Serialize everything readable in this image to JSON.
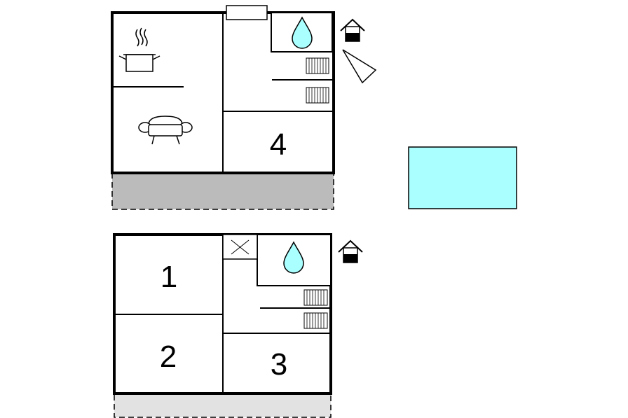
{
  "floor_upper": {
    "room_numbers": [
      "4"
    ],
    "icons": [
      "cooking-pot-icon",
      "sofa-icon",
      "water-drop-icon",
      "radiator-icon",
      "radiator-icon",
      "skylight-icon",
      "house-entrance-icon",
      "compass-triangle-icon"
    ]
  },
  "floor_lower": {
    "room_numbers": [
      "1",
      "2",
      "3"
    ],
    "icons": [
      "water-drop-icon",
      "radiator-icon",
      "radiator-icon",
      "void-cross-icon",
      "house-entrance-icon"
    ]
  },
  "pool": {
    "fill_color": "#aaffff"
  },
  "colors": {
    "terrace_upper": "#bbbbbb",
    "terrace_lower": "#e2e2e2",
    "water": "#aaffff",
    "walls": "#000000"
  }
}
